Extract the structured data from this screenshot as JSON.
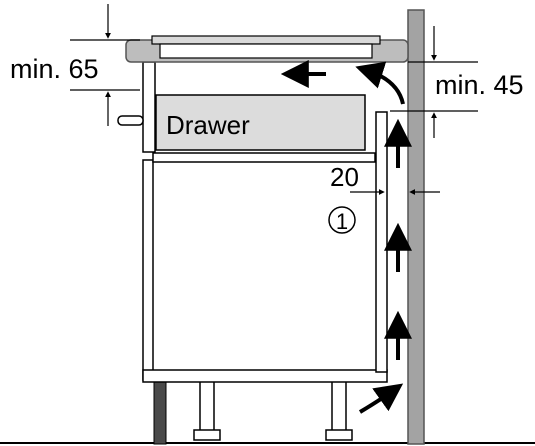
{
  "labels": {
    "min_top": "min. 65",
    "min_side": "min. 45",
    "drawer": "Drawer",
    "gap": "20",
    "callout": "1"
  },
  "colors": {
    "wall": "#a3a3a3",
    "worktop": "#bdbdbd",
    "hob_glass": "#d9d9d9",
    "drawer_fill": "#dcdcdc",
    "outline": "#000000",
    "plinth": "#4a4a4a",
    "background": "#ffffff"
  },
  "icons": {
    "airflow_arrow": "airflow-arrow-icon",
    "airflow_curve": "curved-airflow-arrow-icon",
    "dimension_arrow": "dimension-arrow-icon"
  }
}
